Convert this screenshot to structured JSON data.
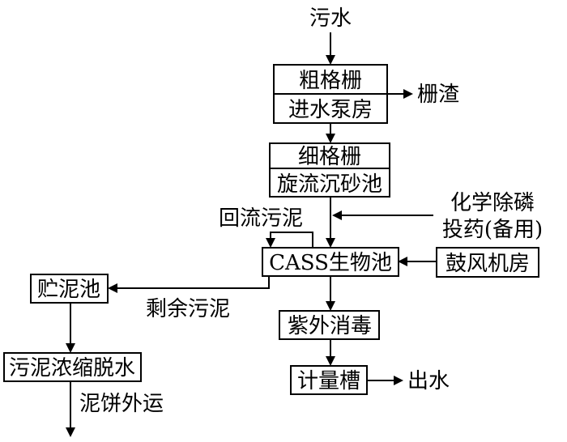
{
  "diagram": {
    "nodes": {
      "wastewater": "污水",
      "coarse_screen": "粗格栅",
      "inlet_pump_house": "进水泵房",
      "screen_residue": "栅渣",
      "fine_screen": "细格栅",
      "vortex_grit_chamber": "旋流沉砂池",
      "return_sludge": "回流污泥",
      "chemical_p_removal_line1": "化学除磷",
      "chemical_p_removal_line2": "投药(备用)",
      "cass_tank": "CASS生物池",
      "blower_room": "鼓风机房",
      "sludge_storage": "贮泥池",
      "excess_sludge": "剩余污泥",
      "uv_disinfection": "紫外消毒",
      "sludge_dewatering": "污泥浓缩脱水",
      "flow_meter_tank": "计量槽",
      "effluent": "出水",
      "cake_transport": "泥饼外运"
    }
  }
}
